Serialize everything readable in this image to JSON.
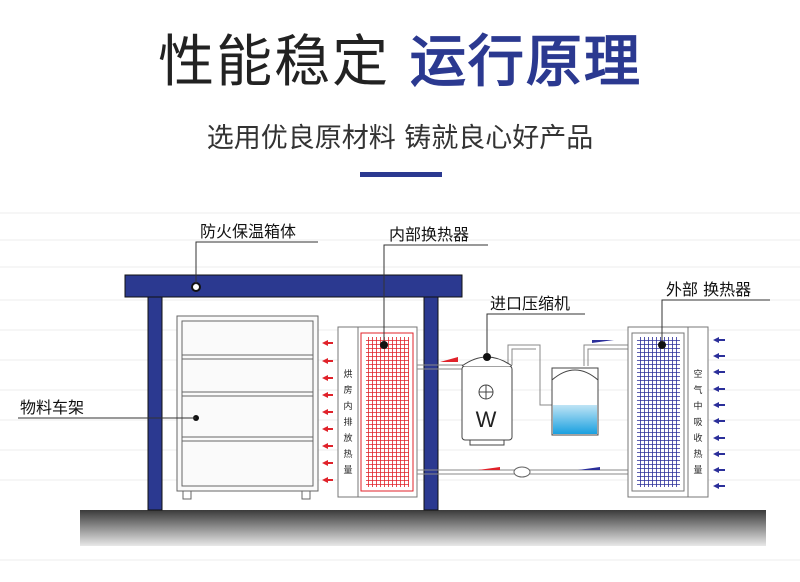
{
  "header": {
    "title_part1": "性能稳定",
    "title_part2": "运行原理",
    "subtitle": "选用优良原材料 铸就良心好产品"
  },
  "diagram": {
    "labels": {
      "insulated_box": "防火保温箱体",
      "inner_exchanger": "内部换热器",
      "compressor": "进口压缩机",
      "outer_exchanger": "外部 换热器",
      "material_rack": "物料车架"
    },
    "inner_side_text": [
      "烘",
      "房",
      "内",
      "排",
      "放",
      "热",
      "量"
    ],
    "outer_side_text": [
      "空",
      "气",
      "中",
      "吸",
      "收",
      "热",
      "量"
    ],
    "compressor_mark": "W",
    "colors": {
      "brand": "#2b3990",
      "heat_red": "#e0222a",
      "cold_blue": "#2b2f9a"
    }
  }
}
